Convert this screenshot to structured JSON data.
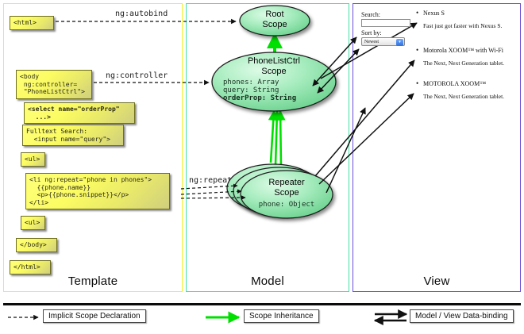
{
  "columns": {
    "template": {
      "label": "Template",
      "accent": "#f2f21f"
    },
    "model": {
      "label": "Model",
      "accent": "#45e0a8"
    },
    "view": {
      "label": "View",
      "accent": "#6a4fd8"
    }
  },
  "template_boxes": [
    {
      "name": "html-open-tag",
      "text": "<html>"
    },
    {
      "name": "body-open-tag",
      "text": "<body\n ng:controller=\n \"PhoneListCtrl\">"
    },
    {
      "name": "select-tag",
      "text": "<select name=\"orderProp\"\n  ...>"
    },
    {
      "name": "fulltext-search",
      "text": "Fulltext Search:\n  <input name=\"query\">"
    },
    {
      "name": "ul-open-tag",
      "text": "<ul>"
    },
    {
      "name": "li-ng-repeat",
      "text": "<li ng:repeat=\"phone in phones\">\n  {{phone.name}}\n  <p>{{phone.snippet}}</p>\n</li>"
    },
    {
      "name": "ul-close-tag",
      "text": "<ul>"
    },
    {
      "name": "body-close-tag",
      "text": "</body>"
    },
    {
      "name": "html-close-tag",
      "text": "</html>"
    }
  ],
  "connector_labels": {
    "autobind": "ng:autobind",
    "controller": "ng:controller",
    "repeat": "ng:repeat"
  },
  "scopes": [
    {
      "name": "root-scope",
      "title_line1": "Root",
      "title_line2": "Scope",
      "props": []
    },
    {
      "name": "phonelistctrl-scope",
      "title_line1": "PhoneListCtrl",
      "title_line2": "Scope",
      "props": [
        {
          "text": "phones: Array",
          "bold": false
        },
        {
          "text": "query: String",
          "bold": false
        },
        {
          "text": "orderProp: String",
          "bold": true
        }
      ]
    },
    {
      "name": "repeater-scope",
      "title_line1": "Repeater",
      "title_line2": "Scope",
      "props": [
        {
          "text": "phone: Object",
          "bold": false
        }
      ]
    }
  ],
  "view": {
    "search_label": "Search:",
    "search_value": "",
    "sort_label": "Sort by:",
    "sort_selected": "Newest",
    "phones": [
      {
        "name": "Nexus S",
        "snippet": "Fast just got faster with Nexus S."
      },
      {
        "name": "Motorola XOOM™ with Wi-Fi",
        "snippet": "The Next, Next Generation tablet."
      },
      {
        "name": "MOTOROLA XOOM™",
        "snippet": "The Next, Next Generation tablet."
      }
    ]
  },
  "legend": [
    {
      "name": "implicit-scope-declaration",
      "label": "Implicit Scope Declaration",
      "arrow": "dashed-black"
    },
    {
      "name": "scope-inheritance",
      "label": "Scope Inheritance",
      "arrow": "solid-green"
    },
    {
      "name": "model-view-data-binding",
      "label": "Model / View Data-binding",
      "arrow": "double-black"
    }
  ],
  "colors": {
    "box_yellow": "#fbfb63",
    "scope_green": "#8fe6ab",
    "inherit_green": "#00e000",
    "arrow_black": "#111111"
  }
}
